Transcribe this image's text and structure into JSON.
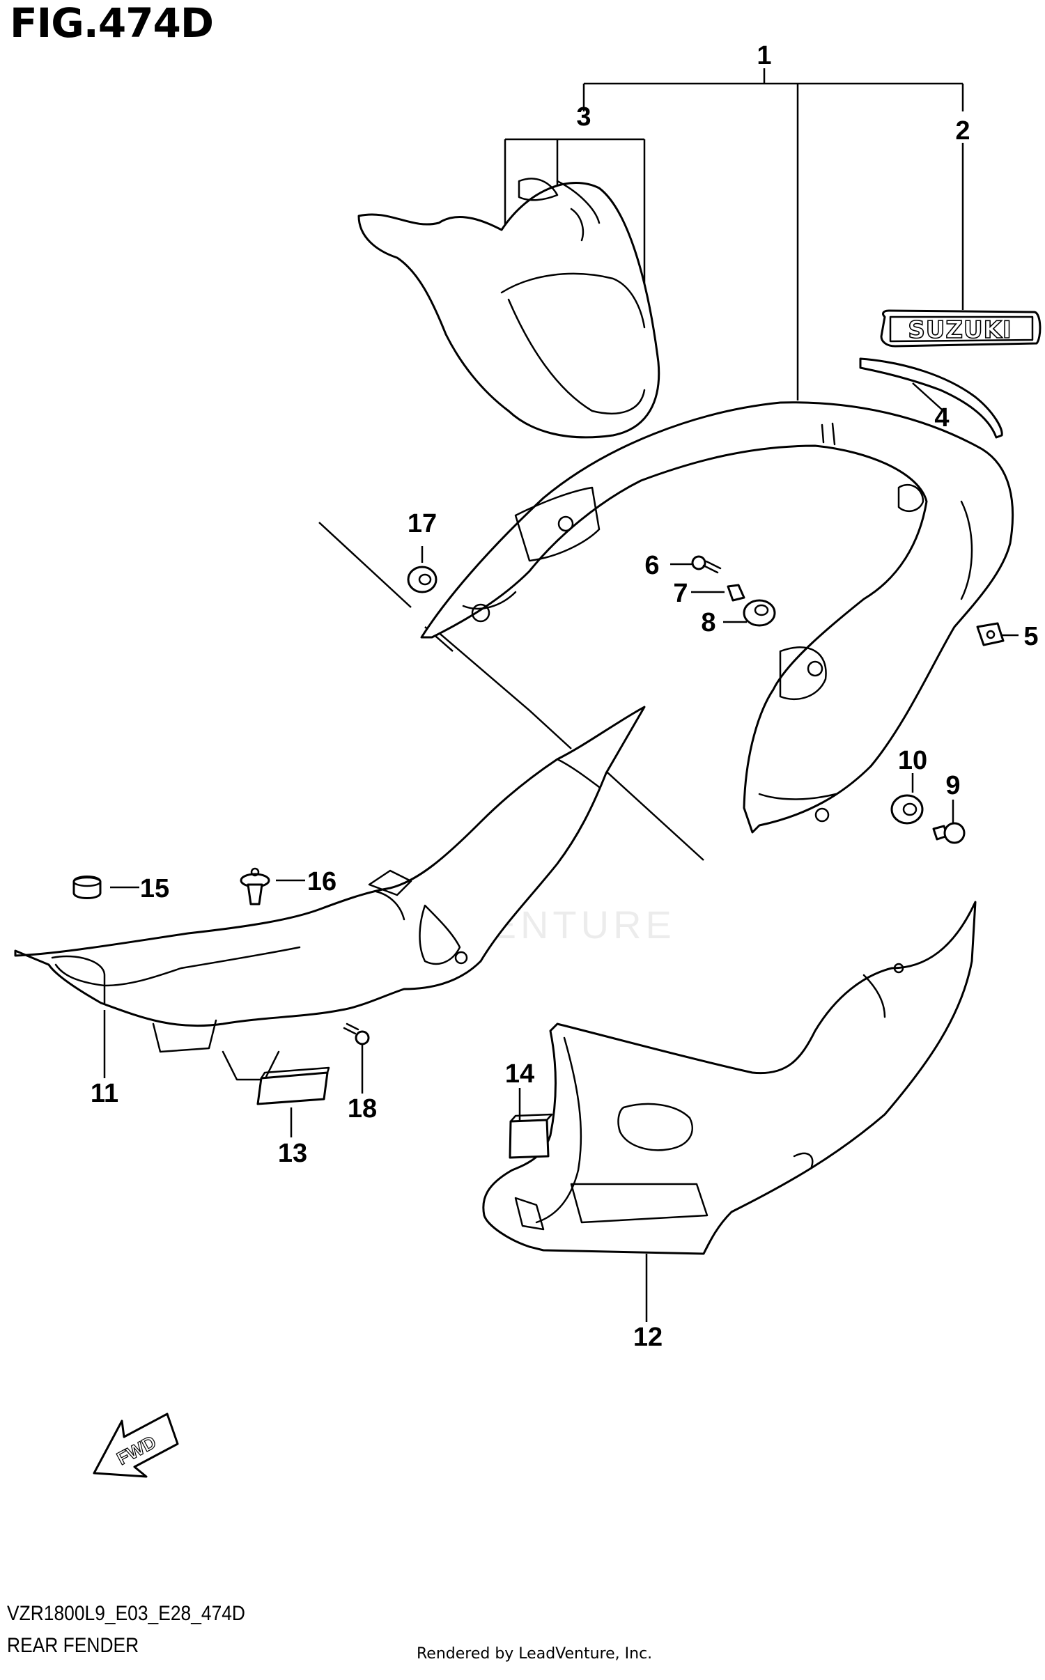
{
  "figure": {
    "title": "FIG.474D",
    "code": "VZR1800L9_E03_E28_474D",
    "subtitle": "REAR FENDER",
    "rendered_by": "Rendered by LeadVenture, Inc.",
    "watermark": "LEADVENTURE",
    "emblem_text": "SUZUKI",
    "fwd_text": "FWD"
  },
  "callouts": [
    {
      "id": "c1",
      "label": "1"
    },
    {
      "id": "c2",
      "label": "2"
    },
    {
      "id": "c3",
      "label": "3"
    },
    {
      "id": "c4",
      "label": "4"
    },
    {
      "id": "c5",
      "label": "5"
    },
    {
      "id": "c6",
      "label": "6"
    },
    {
      "id": "c7",
      "label": "7"
    },
    {
      "id": "c8",
      "label": "8"
    },
    {
      "id": "c9",
      "label": "9"
    },
    {
      "id": "c10",
      "label": "10"
    },
    {
      "id": "c11",
      "label": "11"
    },
    {
      "id": "c12",
      "label": "12"
    },
    {
      "id": "c13",
      "label": "13"
    },
    {
      "id": "c14",
      "label": "14"
    },
    {
      "id": "c15",
      "label": "15"
    },
    {
      "id": "c16",
      "label": "16"
    },
    {
      "id": "c17",
      "label": "17"
    },
    {
      "id": "c18",
      "label": "18"
    }
  ]
}
